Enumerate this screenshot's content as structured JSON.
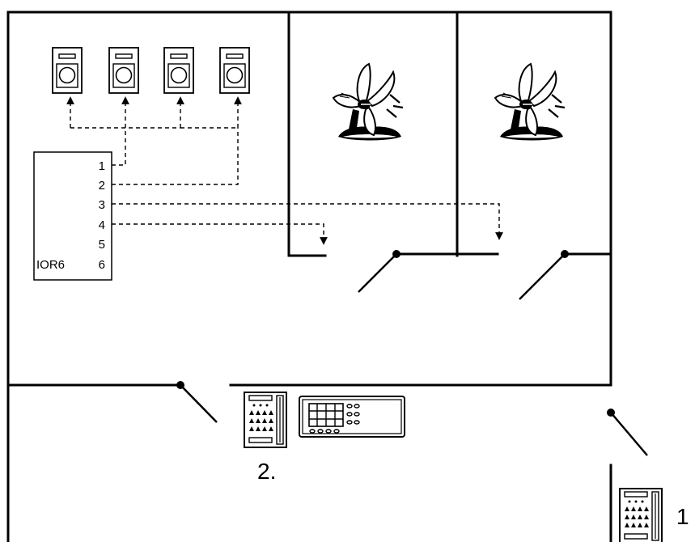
{
  "module": {
    "name": "IOR6",
    "outputs": [
      "1",
      "2",
      "3",
      "4",
      "5",
      "6"
    ]
  },
  "labels": {
    "keypad_2": "2.",
    "keypad_1": "1"
  },
  "devices": {
    "thermostats": [
      "thermostat",
      "thermostat",
      "thermostat",
      "thermostat"
    ],
    "fans": [
      "fan",
      "fan"
    ],
    "keypads": [
      "keypad",
      "keypad"
    ],
    "control_panel": "control-panel"
  },
  "colors": {
    "line": "#000000",
    "background": "#ffffff"
  }
}
